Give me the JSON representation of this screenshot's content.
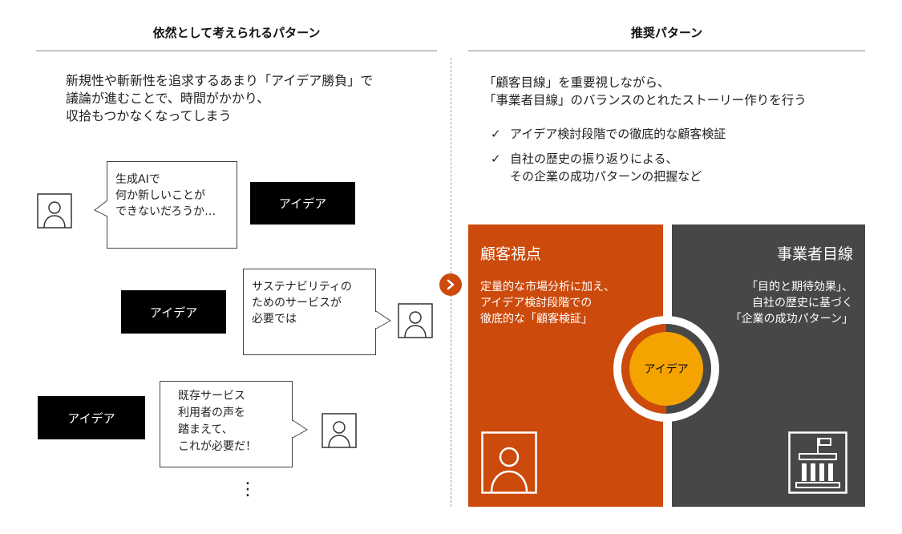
{
  "left": {
    "title": "依然として考えられるパターン",
    "description": "新規性や斬新性を追求するあまり「アイデア勝負」で\n議論が進むことで、時間がかかり、\n収拾もつかなくなってしまう",
    "scenarios": [
      {
        "bubble": "生成AIで\n何か新しいことが\nできないだろうか…",
        "idea": "アイデア"
      },
      {
        "bubble": "サステナビリティの\nためのサービスが\n必要では",
        "idea": "アイデア"
      },
      {
        "bubble": "既存サービス\n利用者の声を\n踏まえて、\nこれが必要だ！",
        "idea": "アイデア"
      }
    ],
    "ellipsis": "⋮"
  },
  "right": {
    "title": "推奨パターン",
    "description": "「顧客目線」を重要視しながら、\n「事業者目線」のバランスのとれたストーリー作りを行う",
    "checks": [
      "アイデア検討段階での徹底的な顧客検証",
      "自社の歴史の振り返りによる、\nその企業の成功パターンの把握など"
    ],
    "check_mark": "✓",
    "panel_left": {
      "title": "顧客視点",
      "text": "定量的な市場分析に加え、\nアイデア検討段階での\n徹底的な「顧客検証」"
    },
    "panel_right": {
      "title": "事業者目線",
      "text": "「目的と期待効果」、\n自社の歴史に基づく\n「企業の成功パターン」"
    },
    "center": "アイデア"
  },
  "icons": {
    "person": "person-icon",
    "building": "building-icon",
    "arrow": "chevron-right-icon"
  },
  "colors": {
    "accent_orange": "#cc4a0c",
    "dark_gray": "#474747",
    "idea_yellow": "#f4a300",
    "idea_black": "#000000"
  }
}
